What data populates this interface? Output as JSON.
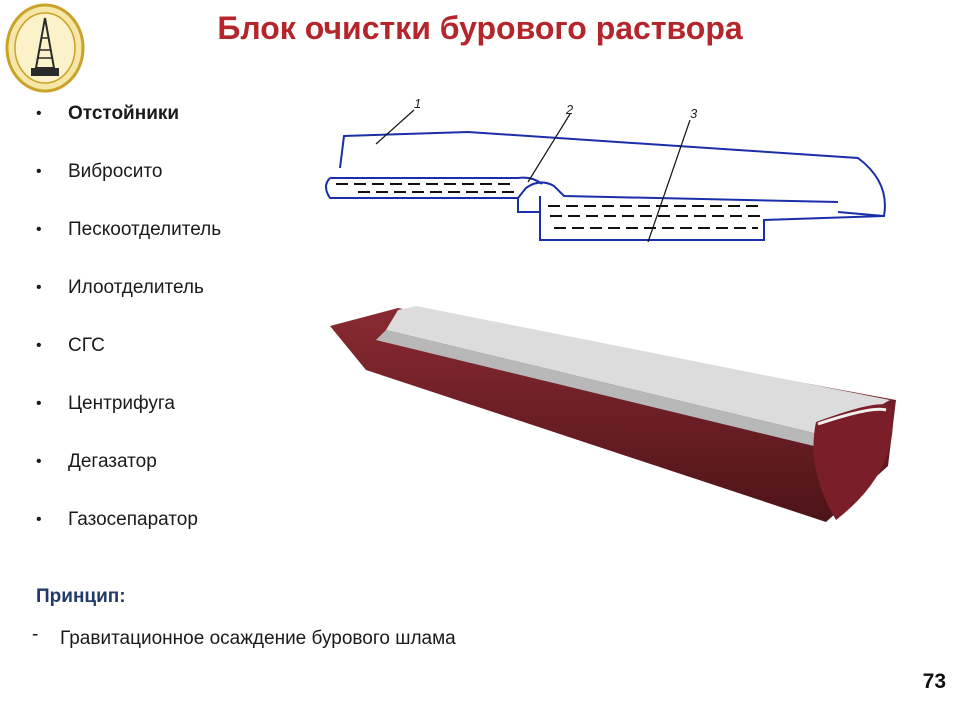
{
  "title": "Блок очистки бурового раствора",
  "logo": {
    "icon": "derrick-emblem-icon",
    "color": "#c9a227"
  },
  "bullets": [
    {
      "text": "Отстойники",
      "bold": true
    },
    {
      "text": "Вибросито",
      "bold": false
    },
    {
      "text": "Пескоотделитель",
      "bold": false
    },
    {
      "text": "Илоотделитель",
      "bold": false
    },
    {
      "text": "СГС",
      "bold": false
    },
    {
      "text": "Центрифуга",
      "bold": false
    },
    {
      "text": "Дегазатор",
      "bold": false
    },
    {
      "text": "Газосепаратор",
      "bold": false
    }
  ],
  "bullet_glyph": "•",
  "principle": {
    "heading": "Принцип:",
    "dash": "-",
    "text": "Гравитационное осаждение бурового шлама"
  },
  "diagram": {
    "labels": [
      "1",
      "2",
      "3"
    ],
    "outline_color": "#1a2fa8"
  },
  "trough": {
    "color": "#6e1f25",
    "inner_color": "#d9d9d9"
  },
  "page_number": "73",
  "colors": {
    "title": "#b5262c",
    "principle": "#1f3a6b"
  }
}
